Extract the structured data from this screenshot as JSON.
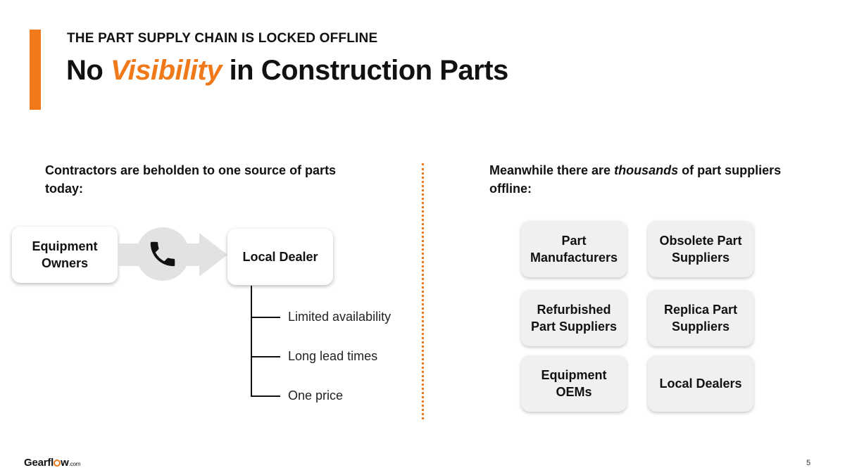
{
  "header": {
    "eyebrow": "THE PART SUPPLY CHAIN IS LOCKED OFFLINE",
    "title_pre": "No ",
    "title_accent": "Visibility",
    "title_post": " in Construction Parts"
  },
  "left": {
    "heading": "Contractors are beholden to one source of parts today:",
    "owners_label": "Equipment Owners",
    "phone_icon": "phone-icon",
    "dealer_label": "Local Dealer",
    "issues": [
      "Limited availability",
      "Long lead times",
      "One price"
    ]
  },
  "right": {
    "heading_pre": "Meanwhile there are ",
    "heading_em": "thousands",
    "heading_post": " of part suppliers offline:",
    "suppliers": [
      "Part Manufacturers",
      "Obsolete Part Suppliers",
      "Refurbished Part Suppliers",
      "Replica Part Suppliers",
      "Equipment OEMs",
      "Local Dealers"
    ]
  },
  "footer": {
    "logo_pre": "Gearfl",
    "logo_post": "w",
    "logo_suffix": ".com",
    "page_number": "5"
  },
  "colors": {
    "accent": "#f07a1a",
    "box_fill": "#f0f0f0",
    "arrow_fill": "#e2e2e2"
  }
}
